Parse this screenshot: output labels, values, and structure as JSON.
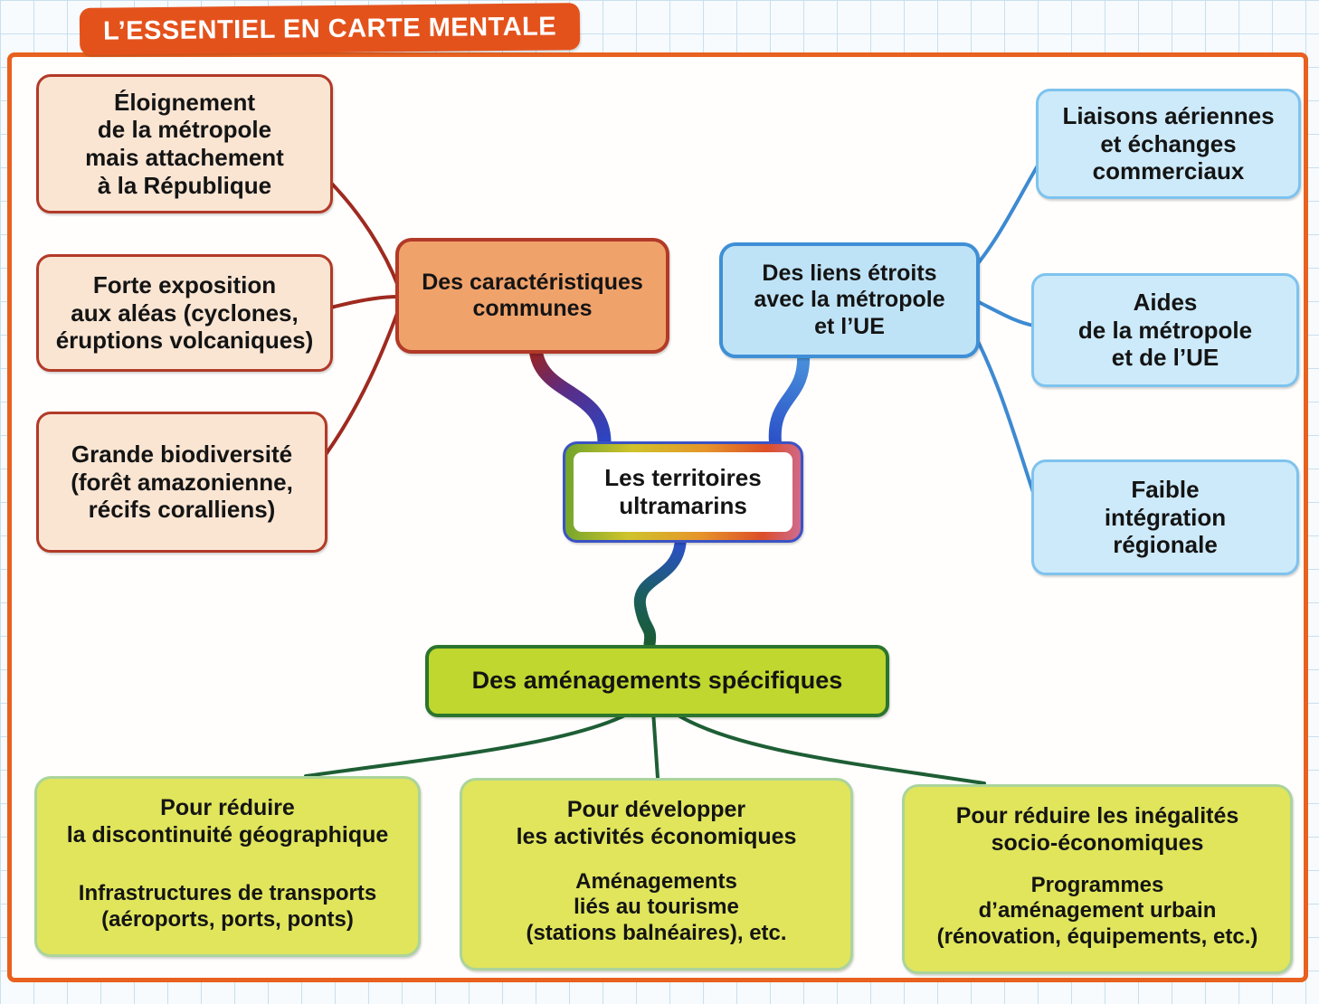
{
  "banner": {
    "label": "L’ESSENTIEL EN CARTE MENTALE"
  },
  "center": {
    "label": "Les territoires\nultramarins"
  },
  "branches": {
    "characteristics": {
      "label": "Des caractéristiques\ncommunes",
      "children": [
        {
          "label": "Éloignement\nde la métropole\nmais attachement\nà la République"
        },
        {
          "label": "Forte exposition\naux aléas (cyclones,\néruptions volcaniques)"
        },
        {
          "label": "Grande biodiversité\n(forêt amazonienne,\nrécifs coralliens)"
        }
      ]
    },
    "links": {
      "label": "Des liens étroits\navec la métropole\net l’UE",
      "children": [
        {
          "label": "Liaisons aériennes\net échanges\ncommerciaux"
        },
        {
          "label": "Aides\nde la métropole\net de l’UE"
        },
        {
          "label": "Faible\nintégration\nrégionale"
        }
      ]
    },
    "amenagements": {
      "label": "Des aménagements spécifiques",
      "children": [
        {
          "title": "Pour réduire\nla discontinuité géographique",
          "body": "Infrastructures de transports\n(aéroports, ports, ponts)"
        },
        {
          "title": "Pour développer\nles activités économiques",
          "body": "Aménagements\nliés au tourisme\n(stations balnéaires), etc."
        },
        {
          "title": "Pour réduire les inégalités\nsocio-économiques",
          "body": "Programmes\nd’aménagement urbain\n(rénovation, équipements, etc.)"
        }
      ]
    }
  },
  "colors": {
    "banner_orange": "#e4521c",
    "frame_orange": "#e8611f",
    "red_branch_border": "#b23a28",
    "red_sub_fill": "#fae5d3",
    "characteristics_fill": "#f0a26b",
    "blue_branch_border": "#3f8fd6",
    "blue_sub_border": "#7ec3ee",
    "blue_sub_fill": "#cdeafa",
    "links_fill": "#bfe3f6",
    "center_border_blue": "#3b53c4",
    "green_bar_fill": "#c0d72f",
    "green_bar_border": "#2b752f",
    "goal_fill": "#e0e55c",
    "goal_border": "#abd49c",
    "fan_green": "#1e5e35",
    "text_black": "#141414"
  }
}
